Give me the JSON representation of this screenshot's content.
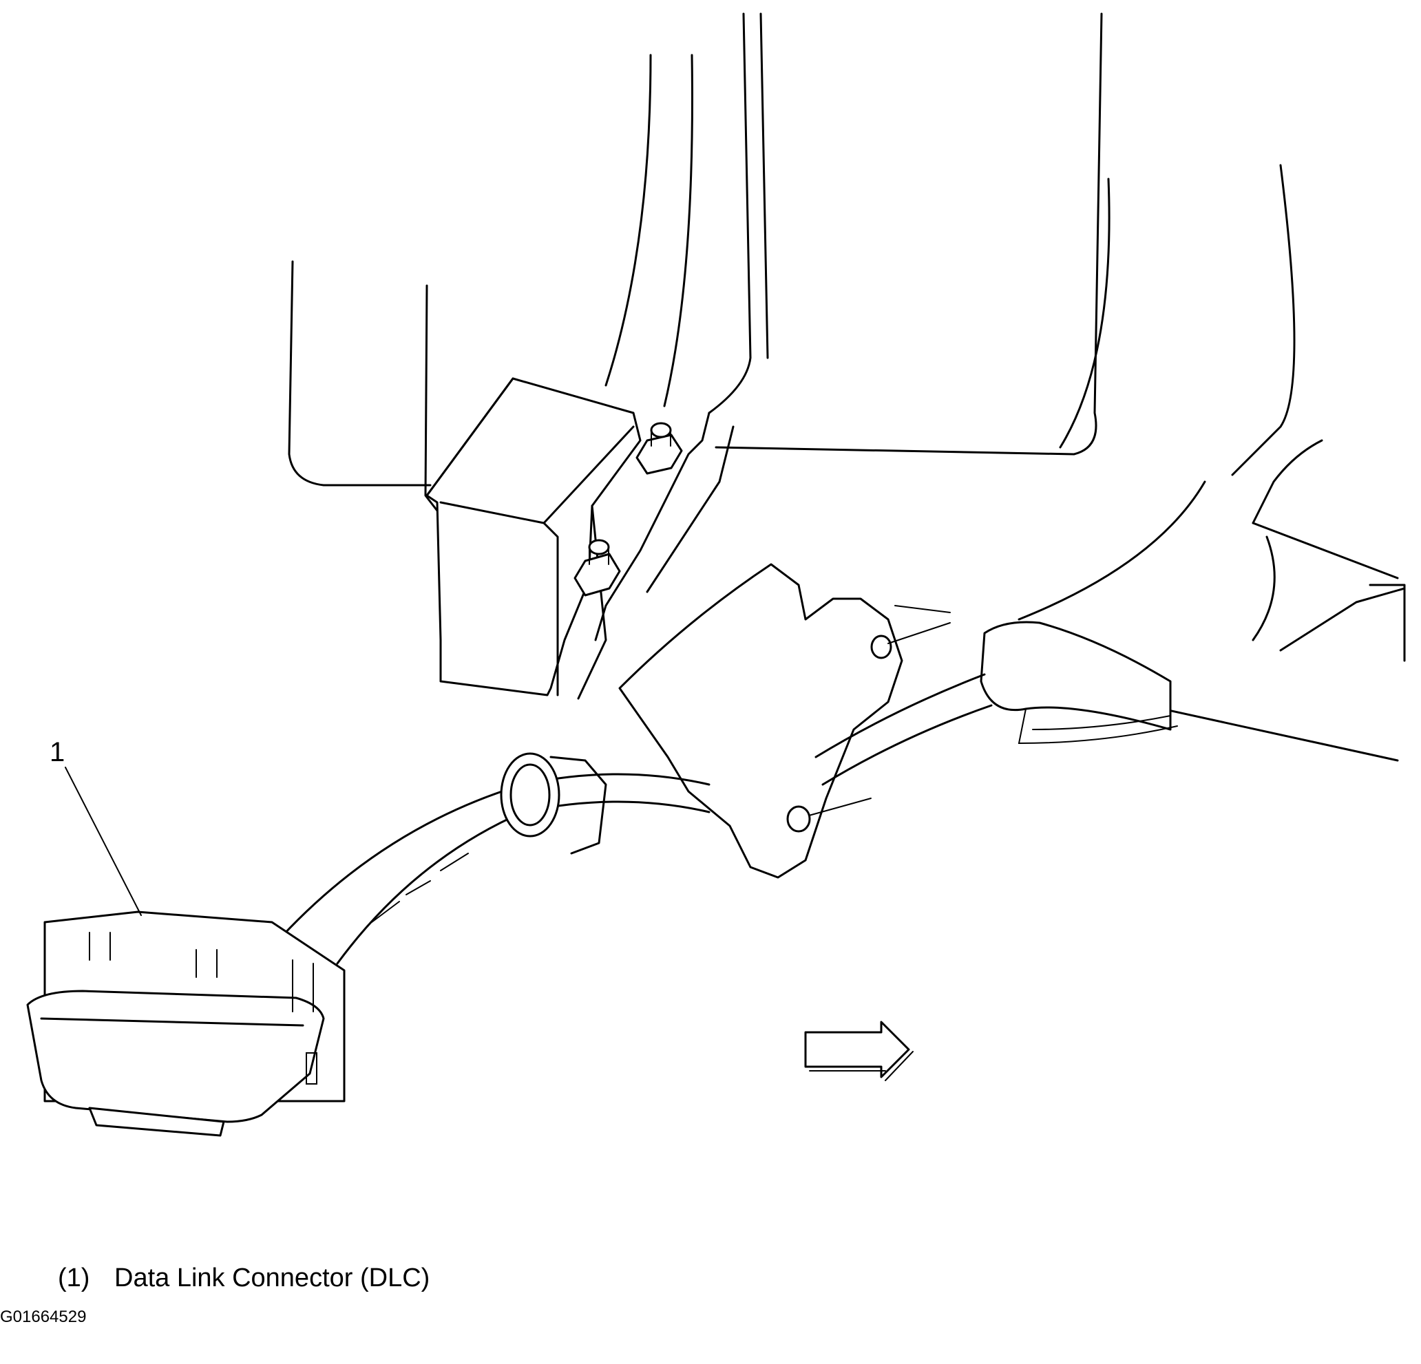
{
  "callouts": [
    {
      "number": "1",
      "label": "Data Link Connector (DLC)"
    }
  ],
  "legend": {
    "number": "(1)",
    "text": "Data Link Connector (DLC)"
  },
  "figure_id": "G01664529",
  "arrow": {
    "direction": "right"
  }
}
